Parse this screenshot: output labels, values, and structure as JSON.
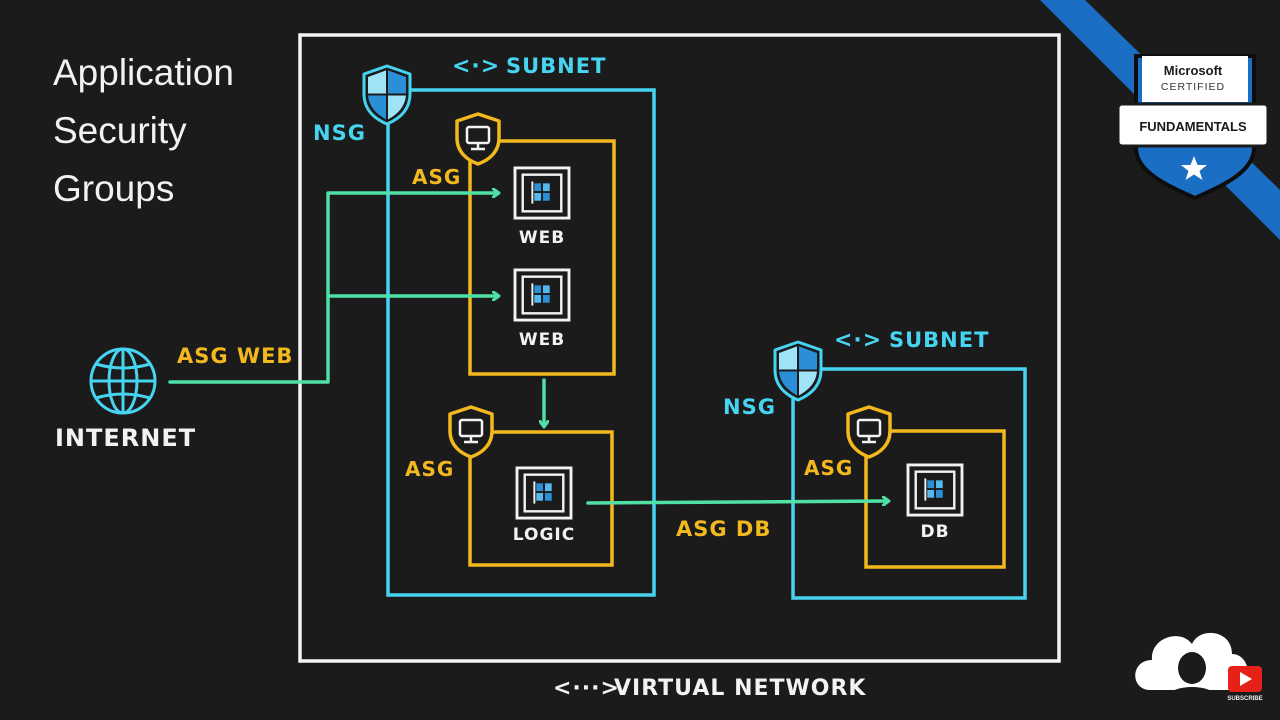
{
  "title": {
    "line1": "Application",
    "line2": "Security",
    "line3": "Groups"
  },
  "colors": {
    "background": "#1b1b1b",
    "vnet_border": "#f4f4f4",
    "subnet_border": "#47d4f0",
    "asg_border": "#f2b81e",
    "arrow_green": "#4fe0a6",
    "white_text": "#f2f2f2",
    "badge_blue": "#1a6fc4"
  },
  "diagram": {
    "vnet_label_icon": "<···>",
    "vnet_label": "VIRTUAL NETWORK",
    "subnet1": {
      "icon": "<·>",
      "label": "SUBNET",
      "nsg_label": "NSG",
      "asg_web": {
        "label": "ASG",
        "vm1": "WEB",
        "vm2": "WEB"
      },
      "asg_logic": {
        "label": "ASG",
        "vm": "LOGIC"
      }
    },
    "subnet2": {
      "icon": "<·>",
      "label": "SUBNET",
      "nsg_label": "NSG",
      "asg_db": {
        "label": "ASG",
        "vm": "DB"
      }
    },
    "internet_label": "INTERNET",
    "edge_internet_web": "ASG WEB",
    "edge_logic_db": "ASG DB",
    "icons": [
      "globe-icon",
      "shield-icon",
      "monitor-icon",
      "vm-icon",
      "arrow-icon"
    ]
  },
  "badge": {
    "line1": "Microsoft",
    "line2": "CERTIFIED",
    "line3": "FUNDAMENTALS",
    "icon": "star-icon"
  },
  "channel": {
    "subscribe_label": "SUBSCRIBE",
    "icon": "cloud-avatar-icon"
  }
}
